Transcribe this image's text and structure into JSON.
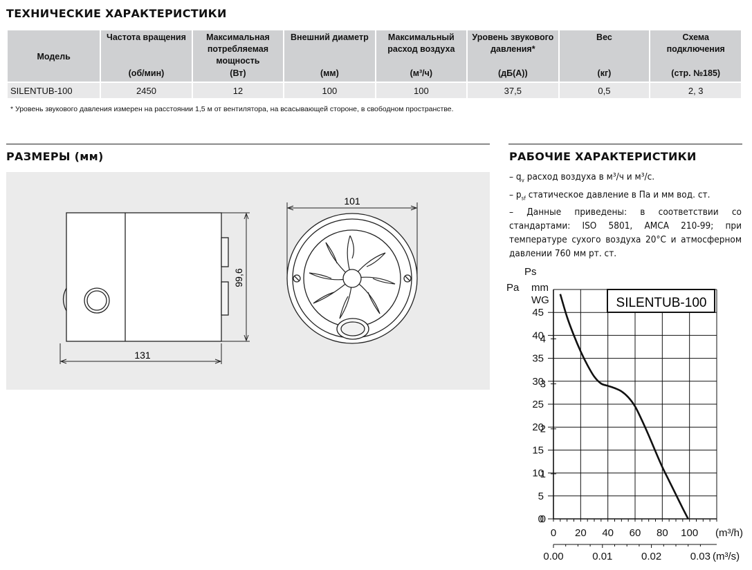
{
  "specs": {
    "title": "ТЕХНИЧЕСКИЕ ХАРАКТЕРИСТИКИ",
    "columns": [
      {
        "label": "Модель",
        "unit": ""
      },
      {
        "label": "Частота вращения",
        "unit": "(об/мин)"
      },
      {
        "label": "Максимальная потребляемая мощность",
        "unit": "(Вт)"
      },
      {
        "label": "Внешний диаметр",
        "unit": "(мм)"
      },
      {
        "label": "Максимальный расход воздуха",
        "unit": "(м³/ч)"
      },
      {
        "label": "Уровень звукового давления*",
        "unit": "(дБ(А))"
      },
      {
        "label": "Вес",
        "unit": "(кг)"
      },
      {
        "label": "Схема подключения",
        "unit": "(стр. №185)"
      }
    ],
    "row": [
      "SILENTUB-100",
      "2450",
      "12",
      "100",
      "100",
      "37,5",
      "0,5",
      "2, 3"
    ],
    "footnote": "* Уровень звукового давления измерен на расстоянии 1,5 м от вентилятора, на всасывающей стороне, в свободном пространстве."
  },
  "dimensions": {
    "title": "РАЗМЕРЫ (мм)",
    "width_label": "131",
    "height_label": "99,6",
    "diameter_label": "101"
  },
  "performance": {
    "title": "РАБОЧИЕ ХАРАКТЕРИСТИКИ",
    "line1_pre": "– q",
    "line1_sub": "v",
    "line1_post": " расход воздуха в м³/ч и м³/с.",
    "line2_pre": "– p",
    "line2_sub": "sf",
    "line2_post": "  статическое давление в Па и мм вод. ст.",
    "line3": "– Данные приведены: в соответствии со стандартами: ISO 5801, AMCA 210-99; при температуре сухого воздуха 20°С и атмосферном давлении 760 мм рт. ст."
  },
  "chart_data": {
    "type": "line",
    "title": "SILENTUB-100",
    "ylabel_top": "Ps",
    "ylabel_pa": "Pa",
    "ylabel_mm": "mm",
    "ylabel_wg": "WG",
    "x_unit_m3h": "(m³/h)",
    "x_unit_m3s": "(m³/s)",
    "x_ticks_m3h": [
      "0",
      "20",
      "40",
      "60",
      "80",
      "100"
    ],
    "x_ticks_m3s": [
      "0.00",
      "0.01",
      "0.02",
      "0.03"
    ],
    "y_ticks_pa": [
      "0",
      "5",
      "10",
      "15",
      "20",
      "25",
      "30",
      "35",
      "40",
      "45"
    ],
    "y_ticks_mm": [
      "0",
      "1",
      "2",
      "3",
      "4"
    ],
    "xlim": [
      0,
      120
    ],
    "ylim": [
      0,
      50
    ],
    "grid": true,
    "series": [
      {
        "x": [
          5,
          10,
          15,
          20,
          25,
          30,
          35,
          40,
          45,
          50,
          55,
          60,
          65,
          70,
          75,
          80,
          85,
          90,
          95,
          99
        ],
        "values": [
          49,
          44,
          40,
          36.5,
          33.5,
          31,
          29.5,
          29,
          28.5,
          27.8,
          26.5,
          24.5,
          21.5,
          18.2,
          14.7,
          11.3,
          8.3,
          5.3,
          2.3,
          0
        ]
      }
    ]
  }
}
